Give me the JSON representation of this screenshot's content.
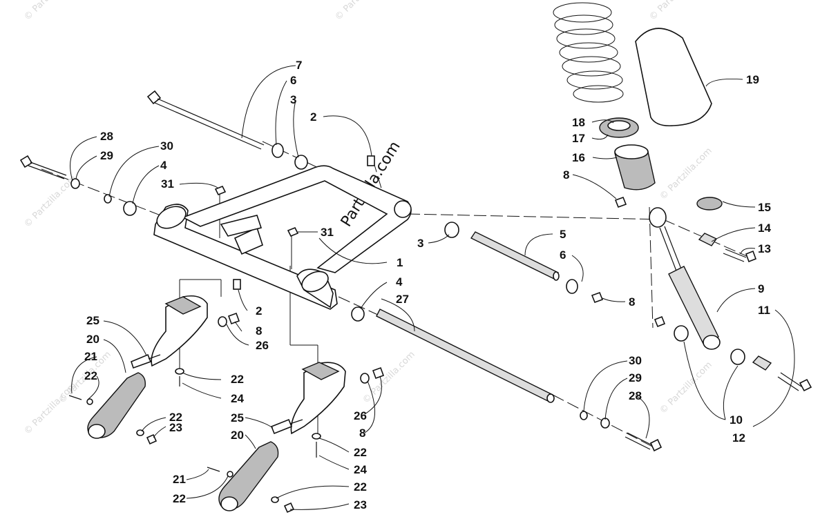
{
  "diagram": {
    "brand_watermark": "Partzilla.com",
    "corner_watermark": "© Partzilla.com",
    "callouts": {
      "c1": "1",
      "c2a": "2",
      "c2b": "2",
      "c3a": "3",
      "c3b": "3",
      "c4a": "4",
      "c4b": "4",
      "c5": "5",
      "c6a": "6",
      "c6b": "6",
      "c7": "7",
      "c8a": "8",
      "c8b": "8",
      "c8c": "8",
      "c8d": "8",
      "c9": "9",
      "c10": "10",
      "c11": "11",
      "c12": "12",
      "c13": "13",
      "c14": "14",
      "c15": "15",
      "c16": "16",
      "c17": "17",
      "c18": "18",
      "c19": "19",
      "c20a": "20",
      "c20b": "20",
      "c21a": "21",
      "c21b": "21",
      "c22a": "22",
      "c22b": "22",
      "c22c": "22",
      "c22d": "22",
      "c22e": "22",
      "c22f": "22",
      "c23a": "23",
      "c23b": "23",
      "c24a": "24",
      "c24b": "24",
      "c25a": "25",
      "c25b": "25",
      "c26a": "26",
      "c26b": "26",
      "c27": "27",
      "c28a": "28",
      "c28b": "28",
      "c29a": "29",
      "c29b": "29",
      "c30a": "30",
      "c30b": "30",
      "c31a": "31",
      "c31b": "31"
    }
  }
}
